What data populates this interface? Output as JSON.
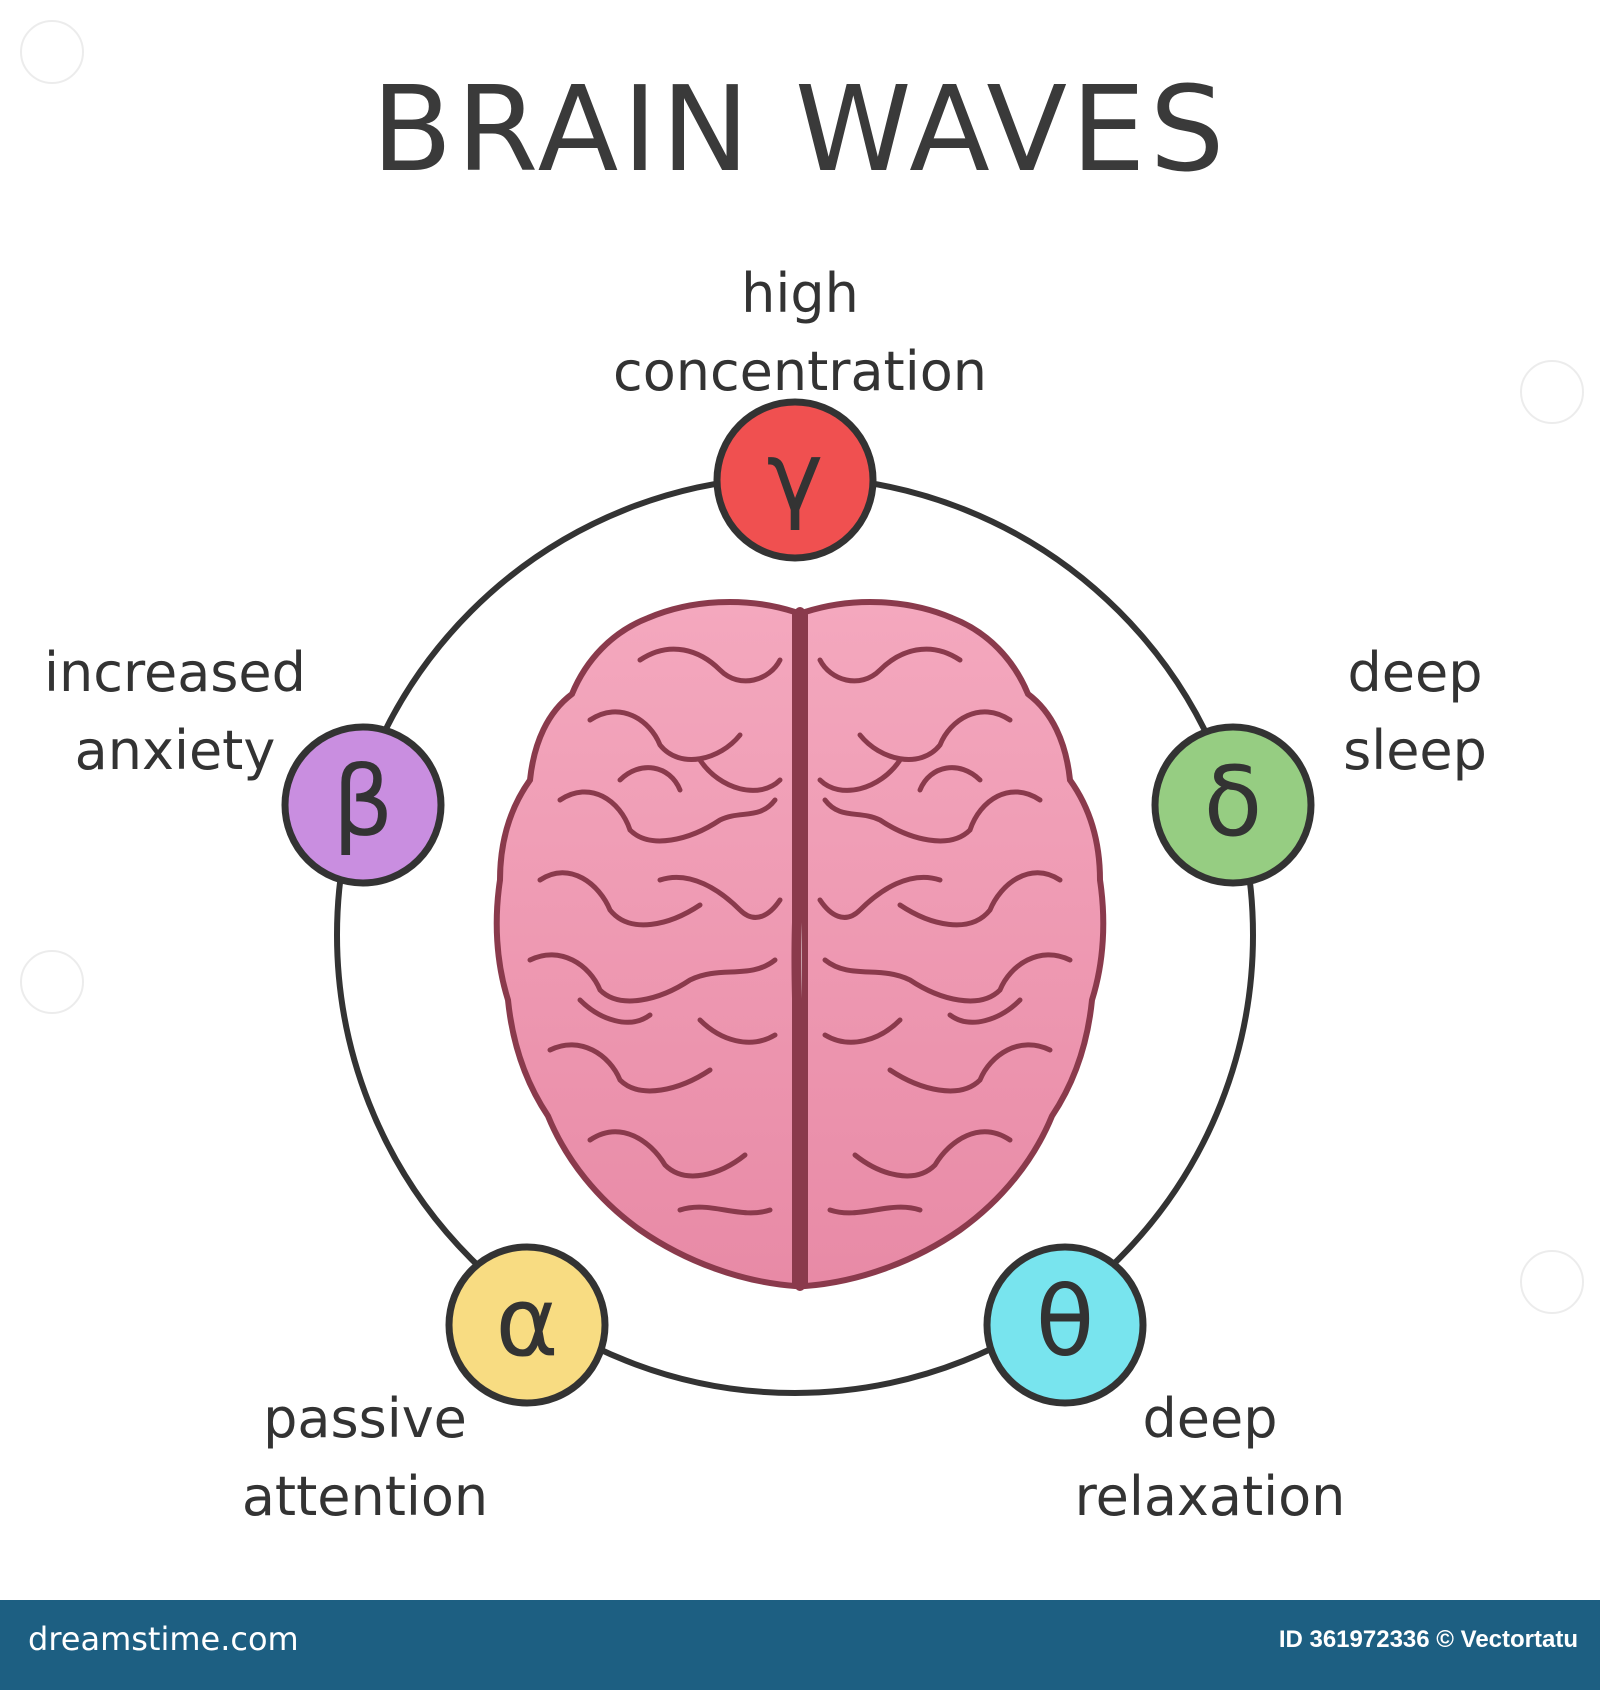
{
  "title": "BRAIN WAVES",
  "waves": [
    {
      "key": "gamma",
      "symbol": "γ",
      "color": "#f05050",
      "label_lines": [
        "high",
        "concentration"
      ]
    },
    {
      "key": "beta",
      "symbol": "β",
      "color": "#c98ee0",
      "label_lines": [
        "increased",
        "anxiety"
      ]
    },
    {
      "key": "delta",
      "symbol": "δ",
      "color": "#96cd82",
      "label_lines": [
        "deep",
        "sleep"
      ]
    },
    {
      "key": "alpha",
      "symbol": "α",
      "color": "#f8dc82",
      "label_lines": [
        "passive",
        "attention"
      ]
    },
    {
      "key": "theta",
      "symbol": "θ",
      "color": "#78e4ee",
      "label_lines": [
        "deep",
        "relaxation"
      ]
    }
  ],
  "colors": {
    "brain_top": "#f4a8be",
    "brain_bottom": "#e88aa6",
    "brain_outline": "#8a3a4c",
    "ring": "#333333",
    "footer": "#1d5f82"
  },
  "footer": {
    "site": "dreamstime.com",
    "credit": "ID 361972336 © Vectortatu"
  }
}
